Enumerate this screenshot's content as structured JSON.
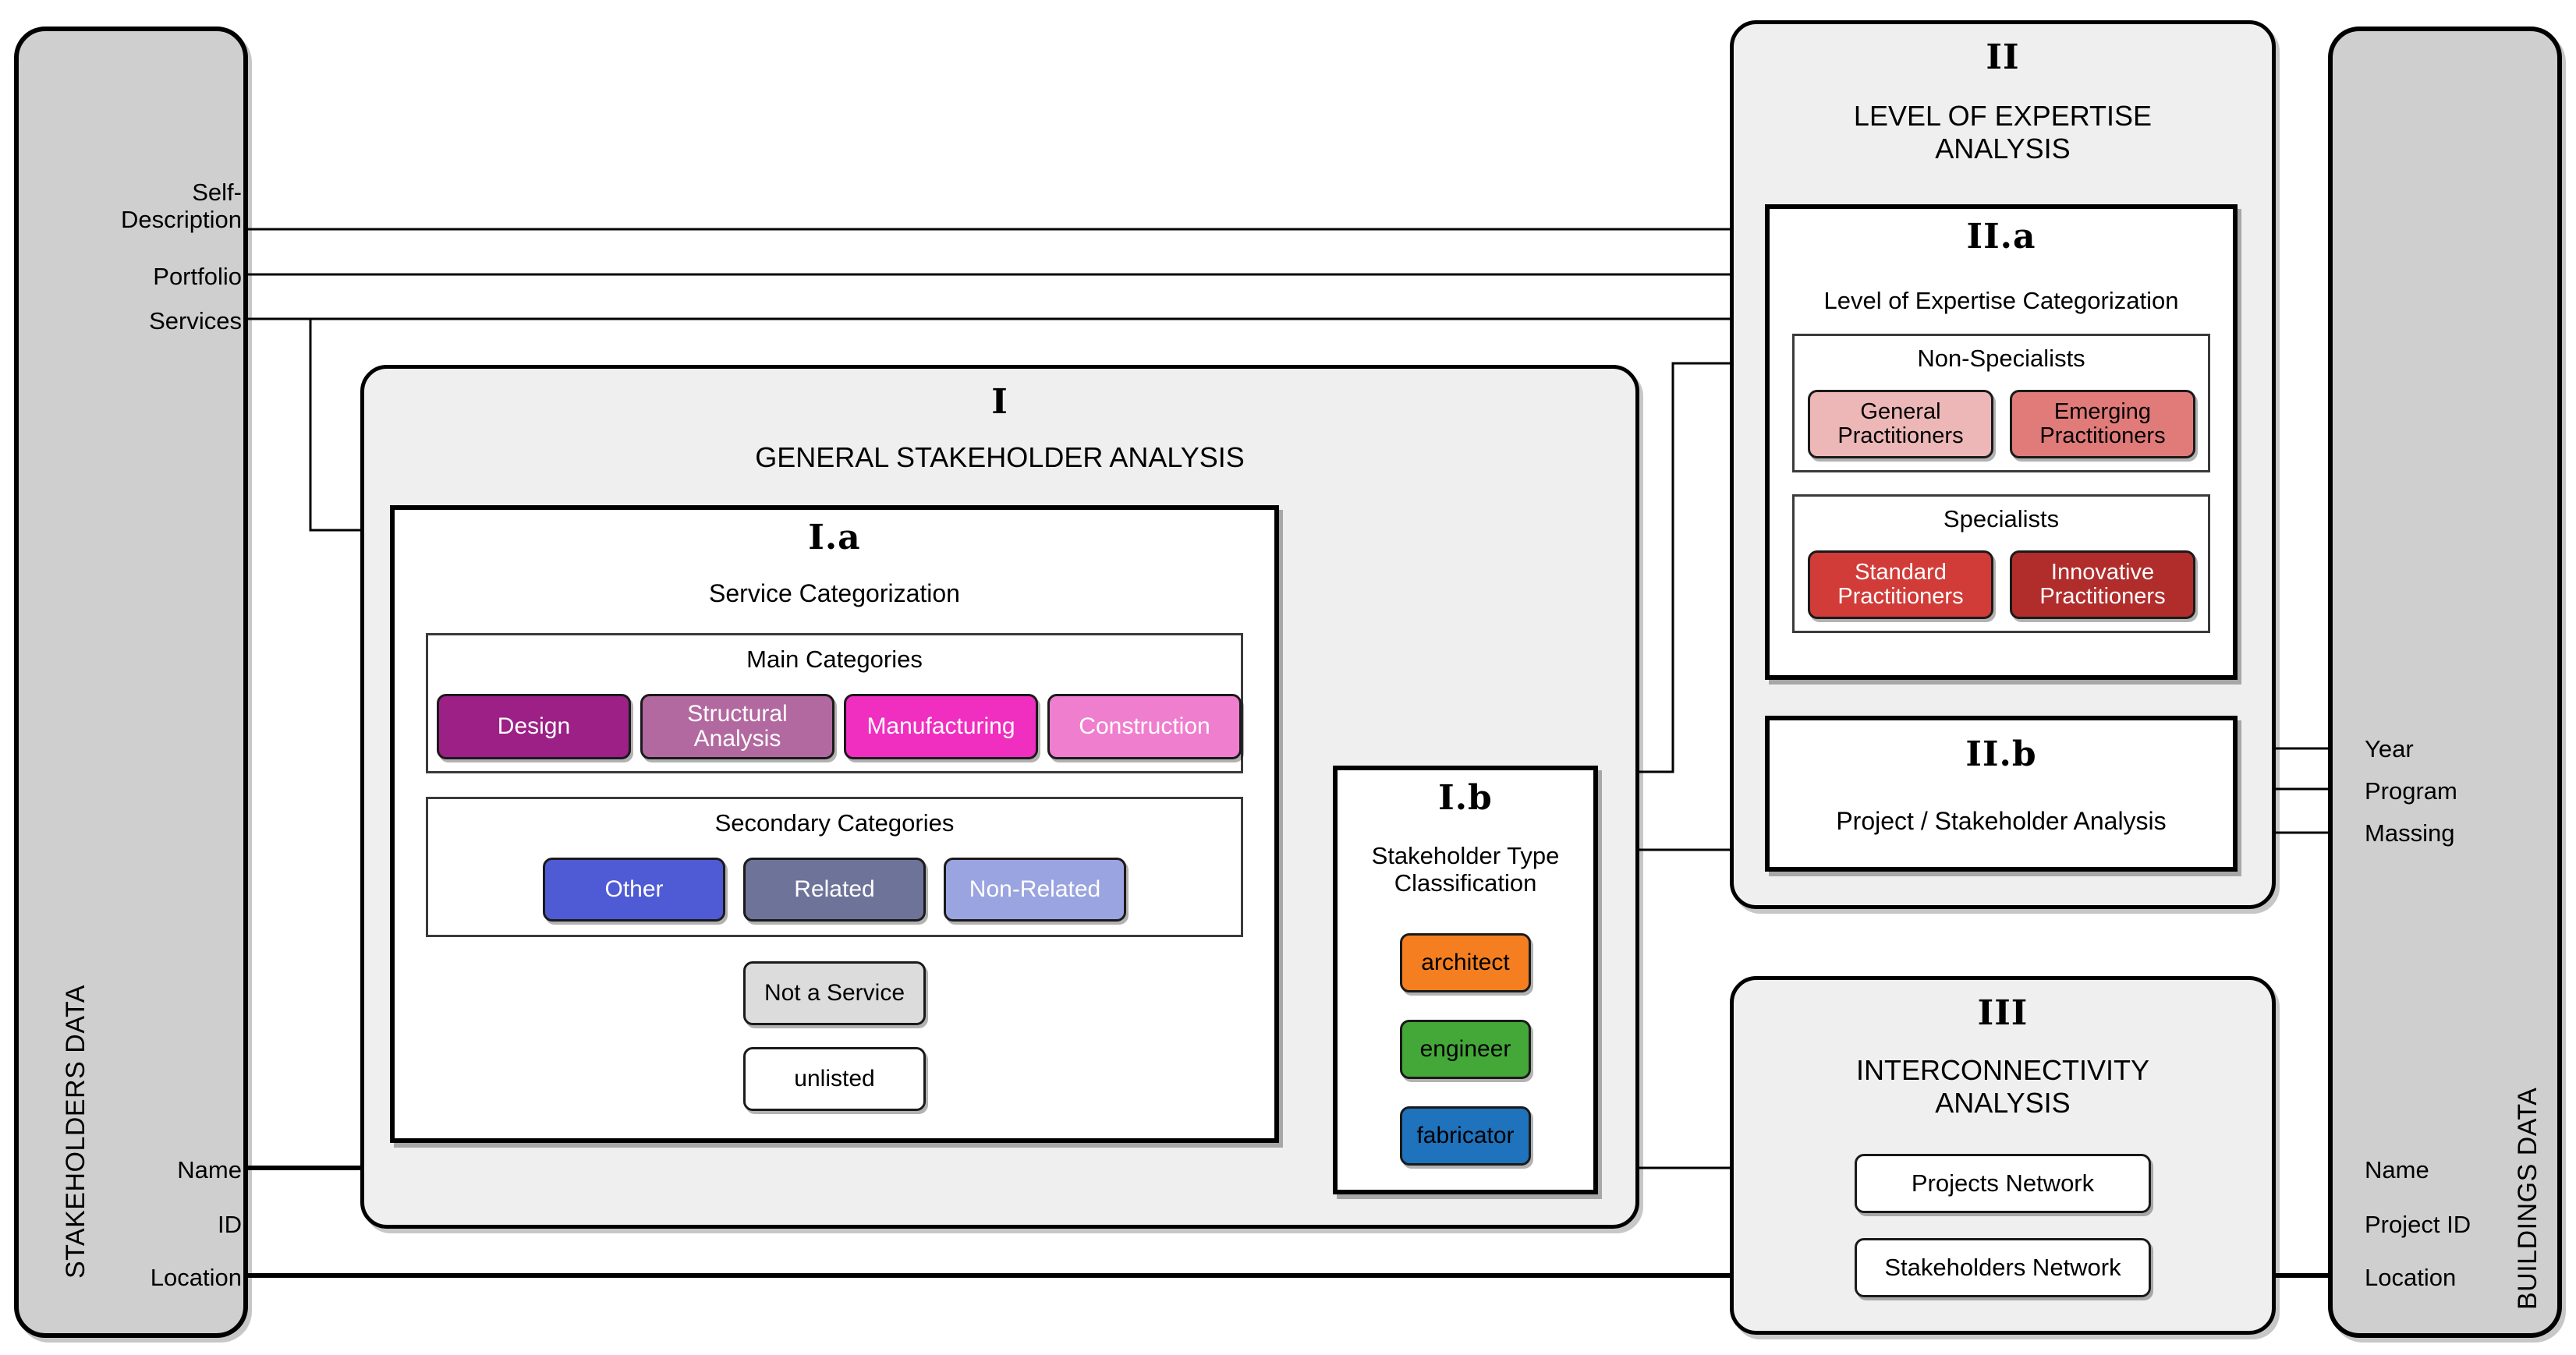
{
  "left_data_column": {
    "vertical_label": "STAKEHOLDERS DATA",
    "fields": [
      {
        "label": "Self-\nDescription"
      },
      {
        "label": "Portfolio"
      },
      {
        "label": "Services"
      },
      {
        "label": "Name"
      },
      {
        "label": "ID"
      },
      {
        "label": "Location"
      }
    ]
  },
  "right_data_column": {
    "vertical_label": "BUILDINGS DATA",
    "fields_top": [
      {
        "label": "Year"
      },
      {
        "label": "Program"
      },
      {
        "label": "Massing"
      }
    ],
    "fields_bottom": [
      {
        "label": "Name"
      },
      {
        "label": "Project ID"
      },
      {
        "label": "Location"
      }
    ]
  },
  "panel_I": {
    "numeral": "I",
    "title": "GENERAL STAKEHOLDER ANALYSIS",
    "sub_Ia": {
      "numeral": "I.a",
      "title": "Service Categorization",
      "main_categories": {
        "label": "Main Categories",
        "chips": [
          {
            "label": "Design",
            "bg": "#9c2086",
            "fg": "#ffffff"
          },
          {
            "label": "Structural\nAnalysis",
            "bg": "#b2699f",
            "fg": "#ffffff"
          },
          {
            "label": "Manufacturing",
            "bg": "#f02ec0",
            "fg": "#ffffff"
          },
          {
            "label": "Construction",
            "bg": "#ef7ece",
            "fg": "#ffffff"
          }
        ]
      },
      "secondary_categories": {
        "label": "Secondary Categories",
        "chips": [
          {
            "label": "Other",
            "bg": "#4f5bd5",
            "fg": "#ffffff"
          },
          {
            "label": "Related",
            "bg": "#6e7399",
            "fg": "#ffffff"
          },
          {
            "label": "Non-Related",
            "bg": "#9aa4e0",
            "fg": "#ffffff"
          }
        ]
      },
      "extra_chips": [
        {
          "label": "Not a Service",
          "bg": "#dcdcdc",
          "fg": "#000000"
        },
        {
          "label": "unlisted",
          "bg": "#ffffff",
          "fg": "#000000"
        }
      ]
    },
    "sub_Ib": {
      "numeral": "I.b",
      "title": "Stakeholder Type\nClassification",
      "chips": [
        {
          "label": "architect",
          "bg": "#f57f20",
          "fg": "#000000"
        },
        {
          "label": "engineer",
          "bg": "#43a838",
          "fg": "#000000"
        },
        {
          "label": "fabricator",
          "bg": "#1f72bc",
          "fg": "#000000"
        }
      ]
    }
  },
  "panel_II": {
    "numeral": "II",
    "title": "LEVEL OF EXPERTISE\nANALYSIS",
    "sub_IIa": {
      "numeral": "II.a",
      "title": "Level of Expertise Categorization",
      "groups": [
        {
          "label": "Non-Specialists",
          "chips": [
            {
              "label": "General\nPractitioners",
              "bg": "#edb7b7",
              "fg": "#000000"
            },
            {
              "label": "Emerging\nPractitioners",
              "bg": "#e07b79",
              "fg": "#000000"
            }
          ]
        },
        {
          "label": "Specialists",
          "chips": [
            {
              "label": "Standard\nPractitioners",
              "bg": "#d13c39",
              "fg": "#ffffff"
            },
            {
              "label": "Innovative\nPractitioners",
              "bg": "#b02d2c",
              "fg": "#ffffff"
            }
          ]
        }
      ]
    },
    "sub_IIb": {
      "numeral": "II.b",
      "title": "Project / Stakeholder Analysis"
    }
  },
  "panel_III": {
    "numeral": "III",
    "title": "INTERCONNECTIVITY\nANALYSIS",
    "items": [
      {
        "label": "Projects Network"
      },
      {
        "label": "Stakeholders Network"
      }
    ]
  }
}
